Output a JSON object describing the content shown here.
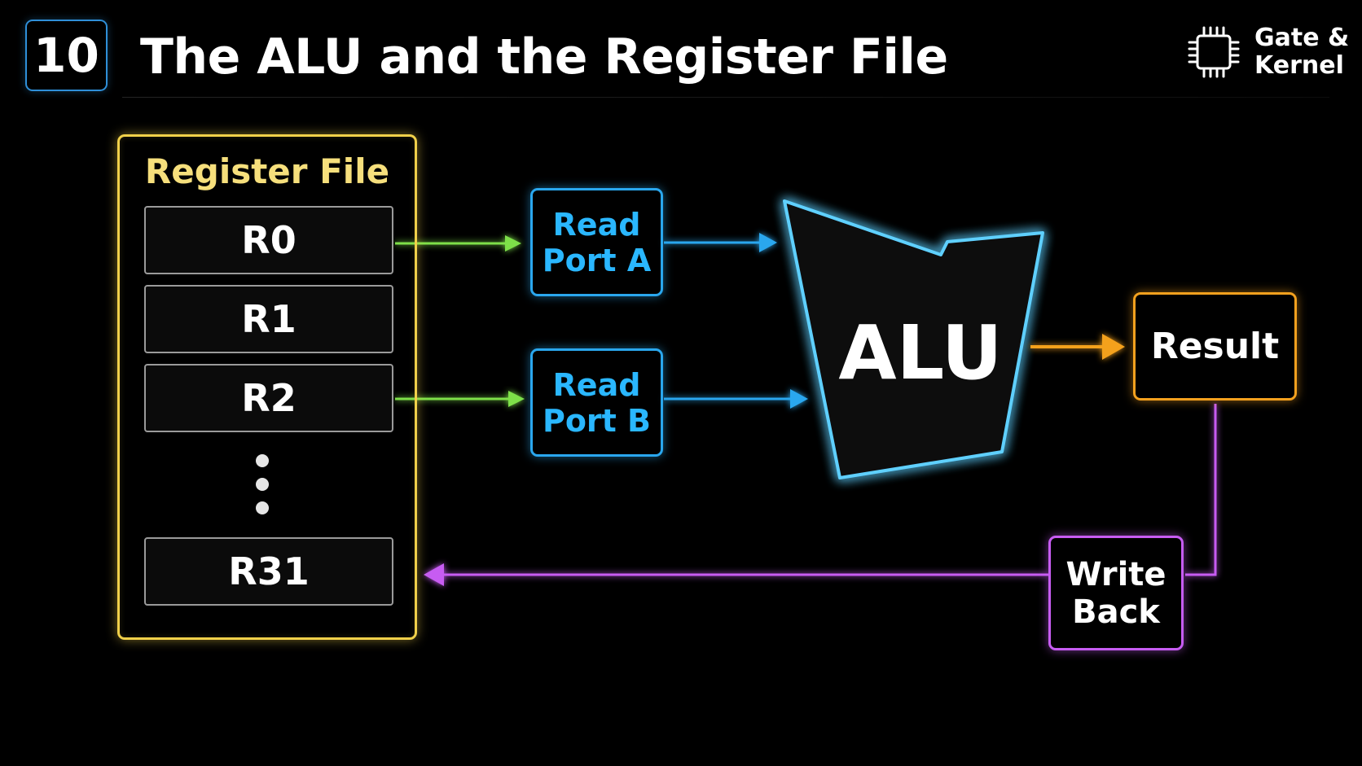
{
  "header": {
    "number": "10",
    "title": "The ALU and the Register File"
  },
  "brand": {
    "line1": "Gate &",
    "line2": "Kernel",
    "icon": "chip-icon"
  },
  "register_file": {
    "title": "Register File",
    "registers": [
      "R0",
      "R1",
      "R2",
      "R31"
    ],
    "ellipsis_icon": "vertical-ellipsis-icon"
  },
  "ports": {
    "a": {
      "line1": "Read",
      "line2": "Port A"
    },
    "b": {
      "line1": "Read",
      "line2": "Port B"
    }
  },
  "alu": {
    "label": "ALU"
  },
  "result": {
    "label": "Result"
  },
  "write_back": {
    "line1": "Write",
    "line2": "Back"
  },
  "colors": {
    "register_file": "#f0d04a",
    "read_ports": "#2aa7ee",
    "reg_to_port_arrows": "#7ee04a",
    "alu": "#5fd0ff",
    "result": "#f4a11e",
    "write_back": "#c75cf2"
  }
}
